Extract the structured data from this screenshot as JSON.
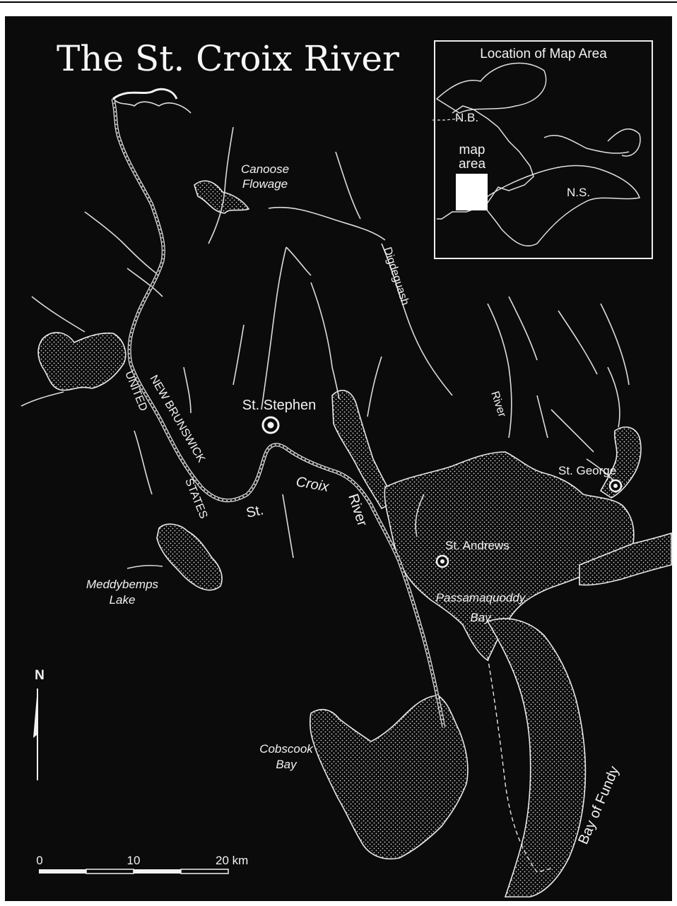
{
  "title": "The St. Croix River",
  "inset": {
    "title": "Location of Map Area",
    "labels": {
      "nb": "N.B.",
      "map_area_1": "map",
      "map_area_2": "area",
      "ns": "N.S."
    }
  },
  "places": {
    "st_stephen": "St. Stephen",
    "st_george": "St. George",
    "st_andrews": "St. Andrews"
  },
  "water_labels": {
    "canoose_1": "Canoose",
    "canoose_2": "Flowage",
    "meddybemps_1": "Meddybemps",
    "meddybemps_2": "Lake",
    "passamaquoddy_1": "Passamaquoddy",
    "passamaquoddy_2": "Bay",
    "cobscook_1": "Cobscook",
    "cobscook_2": "Bay",
    "bay_of_fundy": "Bay of Fundy"
  },
  "river_labels": {
    "st": "St.",
    "croix": "Croix",
    "river": "River",
    "digdeguash": "Digdeguash",
    "digdeguash_river": "River"
  },
  "border_labels": {
    "united": "UNITED",
    "states": "STATES",
    "new_brunswick": "NEW BRUNSWICK"
  },
  "north_arrow": {
    "label": "N"
  },
  "scale_bar": {
    "labels": [
      "0",
      "10",
      "20 km"
    ]
  },
  "colors": {
    "background": "#0b0b0b",
    "line": "#eaeaea",
    "frame": "#ffffff"
  }
}
